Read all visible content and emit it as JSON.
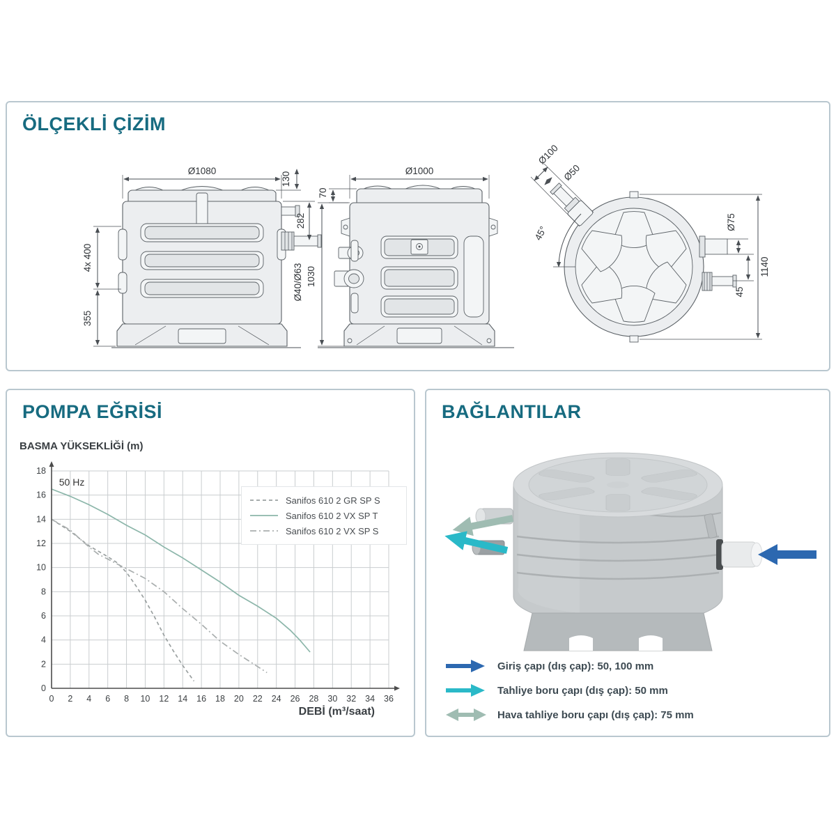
{
  "scaled_drawing": {
    "title": "ÖLÇEKLİ ÇİZİM",
    "side_view": {
      "dims": {
        "d1080": "Ø1080",
        "d130": "130",
        "d282": "282",
        "d4063": "Ø40/Ø63",
        "d4x400": "4x 400",
        "d355": "355"
      }
    },
    "front_view": {
      "dims": {
        "d1000": "Ø1000",
        "d70": "70",
        "d1030": "1030"
      }
    },
    "top_view": {
      "dims": {
        "d100": "Ø100",
        "d50": "Ø50",
        "d45deg": "45°",
        "d75": "Ø75",
        "d45": "45",
        "d1140": "1140"
      }
    }
  },
  "pump_curve": {
    "title": "POMPA EĞRİSİ",
    "y_axis_label": "BASMA YÜKSEKLİĞİ (m)",
    "x_axis_label": "DEBİ (m³/saat)",
    "frequency_label": "50 Hz"
  },
  "chart_data": {
    "type": "line",
    "title": "POMPA EĞRİSİ",
    "xlabel": "DEBİ (m³/saat)",
    "ylabel": "BASMA YÜKSEKLİĞİ (m)",
    "annotation": "50 Hz",
    "xlim": [
      0,
      36
    ],
    "ylim": [
      0,
      18
    ],
    "x_tick_step": 2,
    "y_tick_step": 2,
    "grid": true,
    "legend_position": "top-right",
    "series": [
      {
        "name": "Sanifos 610 2 GR SP S",
        "style": "dashed",
        "color": "#9aa0a0",
        "points": [
          [
            0,
            14
          ],
          [
            2,
            13
          ],
          [
            4,
            11.8
          ],
          [
            6,
            10.9
          ],
          [
            7,
            10.4
          ],
          [
            8,
            9.6
          ],
          [
            9,
            8.5
          ],
          [
            10,
            7.3
          ],
          [
            11,
            5.9
          ],
          [
            12,
            4.4
          ],
          [
            13,
            3.1
          ],
          [
            14,
            1.9
          ],
          [
            15.2,
            0.6
          ]
        ]
      },
      {
        "name": "Sanifos 610 2 VX SP T",
        "style": "solid",
        "color": "#8cb6aa",
        "points": [
          [
            0,
            16.5
          ],
          [
            2,
            15.9
          ],
          [
            4,
            15.2
          ],
          [
            6,
            14.4
          ],
          [
            8,
            13.5
          ],
          [
            10,
            12.7
          ],
          [
            12,
            11.7
          ],
          [
            14,
            10.8
          ],
          [
            16,
            9.8
          ],
          [
            18,
            8.8
          ],
          [
            20,
            7.7
          ],
          [
            22,
            6.8
          ],
          [
            24,
            5.8
          ],
          [
            25.5,
            4.8
          ],
          [
            26.5,
            4
          ],
          [
            27.6,
            3
          ]
        ]
      },
      {
        "name": "Sanifos 610 2 VX SP S",
        "style": "dashdot",
        "color": "#a9aeae",
        "points": [
          [
            0,
            14
          ],
          [
            2,
            13.1
          ],
          [
            3,
            12.4
          ],
          [
            4,
            11.7
          ],
          [
            5,
            11.1
          ],
          [
            6,
            10.7
          ],
          [
            7,
            10.3
          ],
          [
            8,
            9.9
          ],
          [
            10,
            9.1
          ],
          [
            12,
            8
          ],
          [
            14,
            6.6
          ],
          [
            16,
            5.3
          ],
          [
            18,
            3.9
          ],
          [
            20,
            2.8
          ],
          [
            22,
            1.8
          ],
          [
            23,
            1.3
          ]
        ]
      }
    ]
  },
  "connections": {
    "title": "BAĞLANTILAR",
    "items": [
      {
        "name": "inlet",
        "label": "Giriş çapı (dış çap): 50, 100 mm",
        "color": "#2c68b0",
        "double": false
      },
      {
        "name": "discharge",
        "label": "Tahliye boru çapı (dış çap): 50 mm",
        "color": "#2ab9c8",
        "double": false
      },
      {
        "name": "air-vent",
        "label": "Hava tahliye boru çapı (dış çap): 75 mm",
        "color": "#9fbcb2",
        "double": true
      }
    ]
  },
  "colors": {
    "title_teal": "#176b80",
    "panel_border": "#b9c7cf",
    "drawing_line": "#4a4f54",
    "grid": "#c9cdcf",
    "legend_text": "#4a4e52",
    "connection_text": "#3d4a52"
  }
}
